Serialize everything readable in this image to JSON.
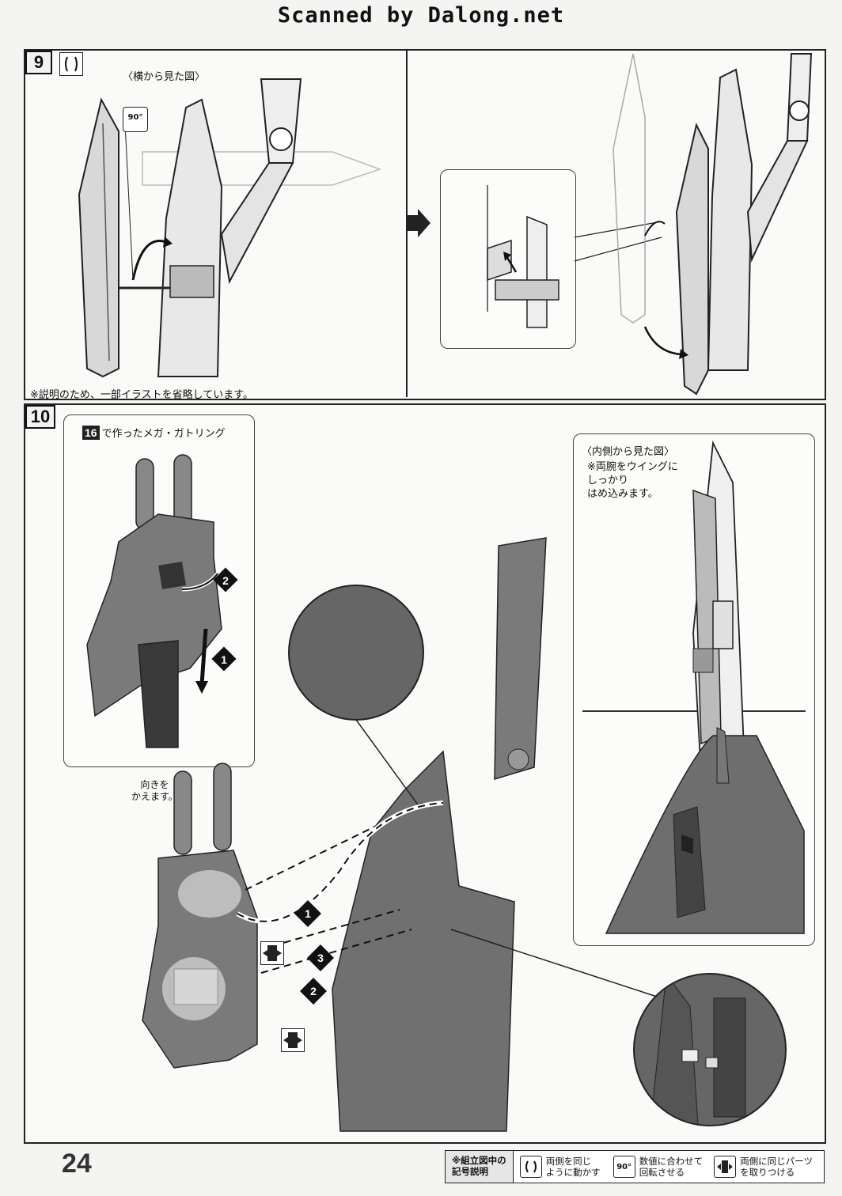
{
  "header": {
    "scan_credit": "Scanned by Dalong.net"
  },
  "step9": {
    "number": "9",
    "icon": "both-sides-same-motion-icon",
    "side_view_label": "〈横から見た図〉",
    "rotation_badge": "90°",
    "footnote": "※説明のため、一部イラストを省略しています。"
  },
  "step10": {
    "number": "10",
    "ref_step": "16",
    "ref_label": "で作ったメガ・ガトリング",
    "callout_order": [
      "2",
      "1"
    ],
    "turn_note": "向きを\nかえます。",
    "inner_view_label": "〈内側から見た図〉",
    "inner_note": "※両腕をウイングに\nしっかり\nはめ込みます。",
    "arrow_order": [
      "1",
      "3",
      "2"
    ]
  },
  "footer": {
    "page_number": "24",
    "legend_title": "※組立図中の\n記号説明",
    "legend": [
      {
        "icon": "both-sides-icon",
        "text": "両側を同じ\nように動かす"
      },
      {
        "icon": "rotate-icon",
        "badge": "90°",
        "text": "数値に合わせて\n回転させる"
      },
      {
        "icon": "attach-both-sides-icon",
        "text": "両側に同じパーツ\nを取りつける"
      }
    ]
  }
}
